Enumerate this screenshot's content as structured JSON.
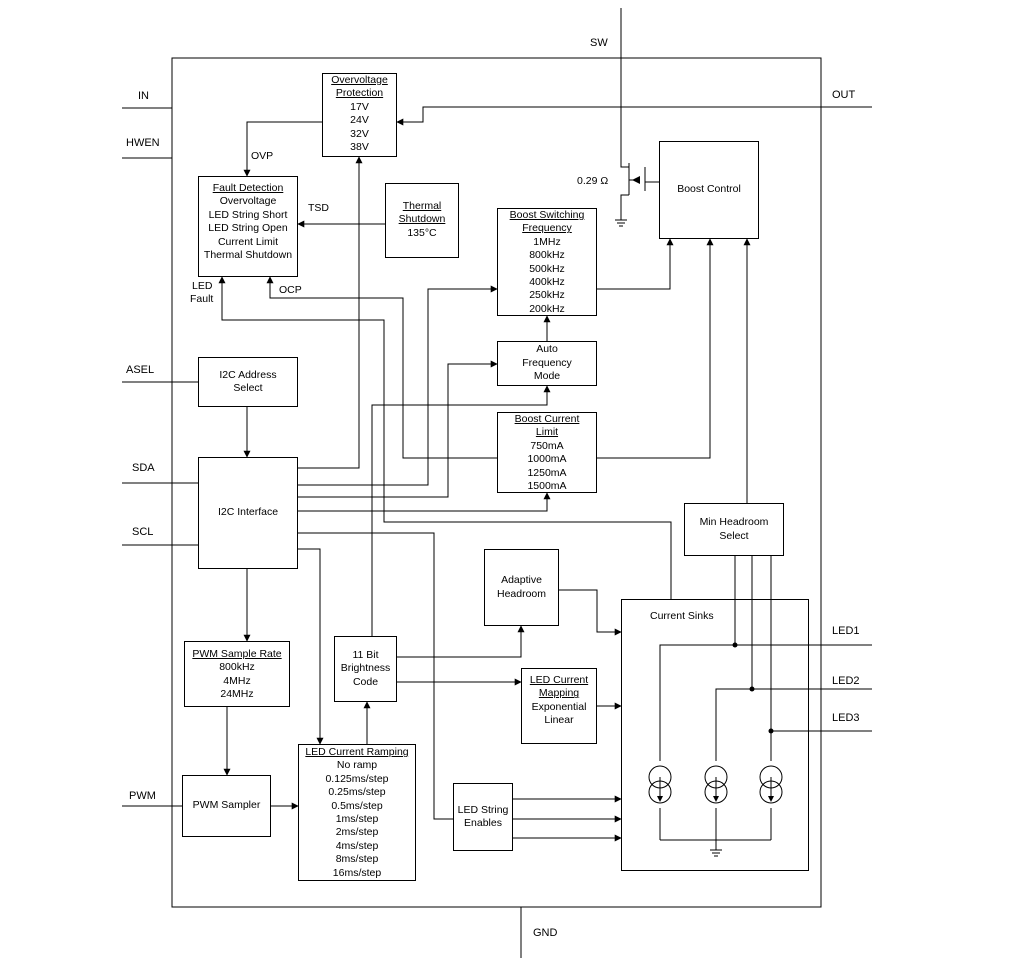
{
  "pins": {
    "sw": "SW",
    "in": "IN",
    "hwen": "HWEN",
    "out": "OUT",
    "asel": "ASEL",
    "sda": "SDA",
    "scl": "SCL",
    "pwm": "PWM",
    "gnd": "GND",
    "led1": "LED1",
    "led2": "LED2",
    "led3": "LED3"
  },
  "signals": {
    "ovp": "OVP",
    "tsd": "TSD",
    "ocp": "OCP",
    "led_fault": [
      "LED",
      "Fault"
    ],
    "rdson": "0.29 Ω"
  },
  "blocks": {
    "overvoltage": {
      "title": [
        "Overvoltage",
        "Protection"
      ],
      "items": [
        "17V",
        "24V",
        "32V",
        "38V"
      ]
    },
    "fault": {
      "title": [
        "Fault Detection"
      ],
      "items": [
        "Overvoltage",
        "LED String Short",
        "LED String Open",
        "Current Limit",
        "Thermal Shutdown"
      ]
    },
    "thermal": {
      "title": [
        "Thermal",
        "Shutdown"
      ],
      "items": [
        "135°C"
      ]
    },
    "boost_freq": {
      "title": [
        "Boost Switching",
        "Frequency"
      ],
      "items": [
        "1MHz",
        "800kHz",
        "500kHz",
        "400kHz",
        "250kHz",
        "200kHz"
      ]
    },
    "boost_control": {
      "lines": [
        "Boost Control"
      ]
    },
    "auto_freq": {
      "lines": [
        "Auto",
        "Frequency",
        "Mode"
      ]
    },
    "i2c_addr": {
      "lines": [
        "I2C Address",
        "Select"
      ]
    },
    "boost_limit": {
      "title": [
        "Boost Current",
        "Limit"
      ],
      "items": [
        "750mA",
        "1000mA",
        "1250mA",
        "1500mA"
      ]
    },
    "i2c_iface": {
      "lines": [
        "I2C Interface"
      ]
    },
    "min_headroom": {
      "lines": [
        "Min Headroom",
        "Select"
      ]
    },
    "adaptive": {
      "lines": [
        "Adaptive",
        "Headroom"
      ]
    },
    "current_sinks": {
      "lines": [
        "Current Sinks"
      ]
    },
    "pwm_rate": {
      "title": [
        "PWM Sample Rate"
      ],
      "items": [
        "800kHz",
        "4MHz",
        "24MHz"
      ]
    },
    "brightness": {
      "lines": [
        "11 Bit",
        "Brightness",
        "Code"
      ]
    },
    "led_map": {
      "title": [
        "LED Current",
        "Mapping"
      ],
      "items": [
        "Exponential",
        "Linear"
      ]
    },
    "pwm_sampler": {
      "lines": [
        "PWM Sampler"
      ]
    },
    "ramping": {
      "title": [
        "LED Current Ramping"
      ],
      "items": [
        "No ramp",
        "0.125ms/step",
        "0.25ms/step",
        "0.5ms/step",
        "1ms/step",
        "2ms/step",
        "4ms/step",
        "8ms/step",
        "16ms/step"
      ]
    },
    "string_en": {
      "lines": [
        "LED String",
        "Enables"
      ]
    }
  }
}
